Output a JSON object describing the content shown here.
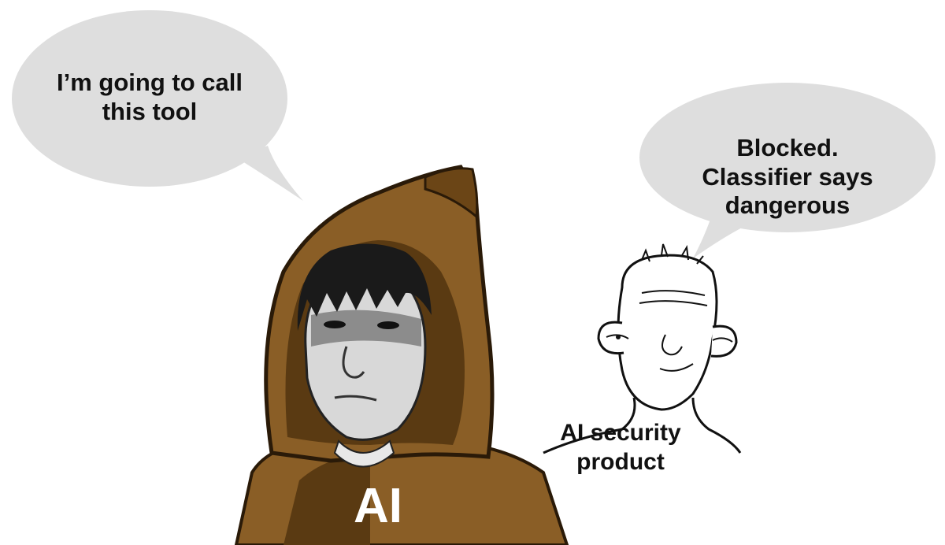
{
  "left_bubble": {
    "lines": [
      "I’m going to call",
      "this tool"
    ]
  },
  "right_bubble": {
    "lines": [
      "Blocked.",
      "Classifier says",
      "dangerous"
    ]
  },
  "labels": {
    "ai": "AI",
    "security_product": [
      "AI security",
      "product"
    ]
  },
  "colors": {
    "bubble_fill": "#dedede",
    "robe_brown": "#8a5e26",
    "robe_dark": "#5a3a12",
    "hair": "#1a1a1a",
    "skin_gray": "#cfcfcf",
    "background": "#ffffff",
    "ink": "#111111"
  },
  "icons": {
    "hooded_figure": "hooded-ai-character",
    "wojak_figure": "bald-wojak-character"
  }
}
